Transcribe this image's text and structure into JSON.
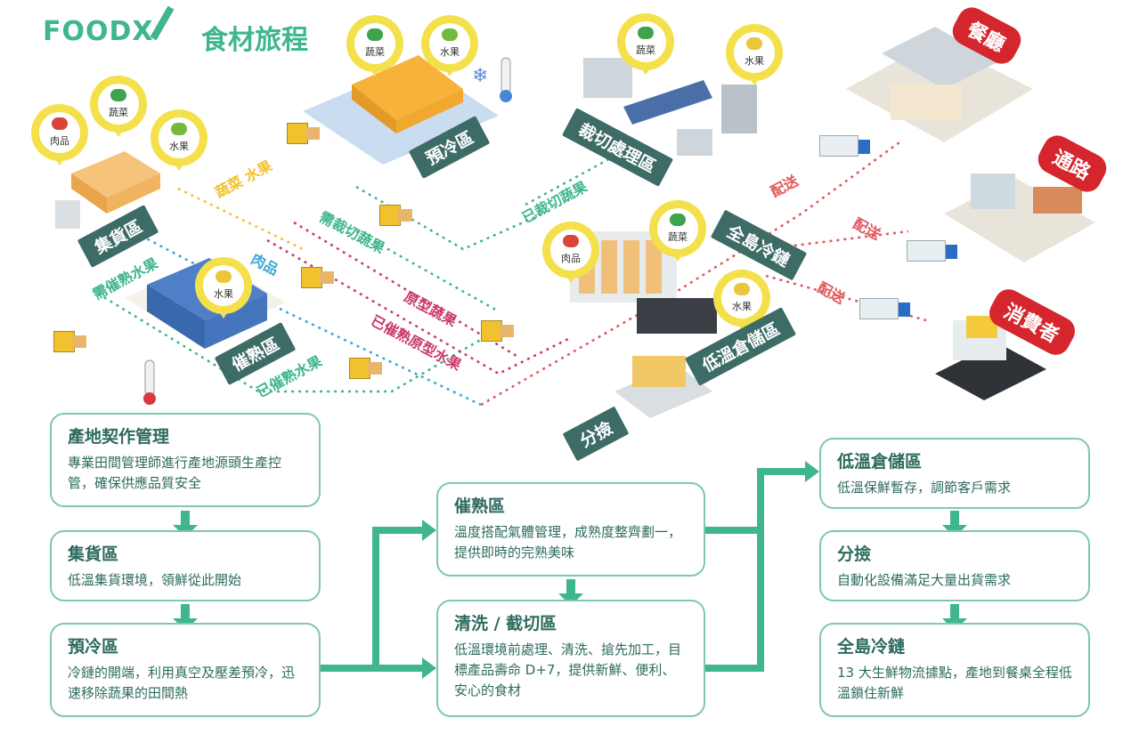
{
  "logo": {
    "brand": "FOODX",
    "title": "食材旅程"
  },
  "zones": {
    "collect": "集貨區",
    "precool": "預冷區",
    "cutting": "裁切處理區",
    "ripening": "催熟區",
    "coldchain": "全島冷鏈",
    "coldstorage": "低溫倉儲區",
    "sorting": "分撿"
  },
  "destinations": {
    "restaurant": "餐廳",
    "retail": "通路",
    "consumer": "消費者"
  },
  "routes": {
    "veg_fruit": "蔬菜 水果",
    "need_ripen": "需催熟水果",
    "meat": "肉品",
    "need_cut": "需裁切蔬果",
    "cut_done": "已裁切蔬果",
    "raw_veg": "原型蔬果",
    "ripened_raw_fruit": "已催熟原型水果",
    "ripened_fruit": "已催熟水果",
    "delivery": "配送"
  },
  "pins": {
    "meat": "肉品",
    "veg": "蔬菜",
    "fruit": "水果"
  },
  "flow": {
    "origin": {
      "title": "產地契作管理",
      "desc": "專業田間管理師進行產地源頭生產控管，確保供應品質安全"
    },
    "collect": {
      "title": "集貨區",
      "desc": "低溫集貨環境，領鮮從此開始"
    },
    "precool": {
      "title": "預冷區",
      "desc": "冷鏈的開端，利用真空及壓差預冷，迅速移除蔬果的田間熱"
    },
    "ripening": {
      "title": "催熟區",
      "desc": "溫度搭配氣體管理，成熟度整齊劃一，提供即時的完熟美味"
    },
    "wash_cut": {
      "title": "清洗 / 截切區",
      "desc": "低溫環境前處理、清洗、搶先加工，目標產品壽命 D+7，提供新鮮、便利、安心的食材"
    },
    "cold_storage": {
      "title": "低溫倉儲區",
      "desc": "低溫保鮮暫存，調節客戶需求"
    },
    "sorting": {
      "title": "分撿",
      "desc": "自動化設備滿足大量出貨需求"
    },
    "coldchain": {
      "title": "全島冷鏈",
      "desc": "13 大生鮮物流據點，產地到餐桌全程低溫鎖住新鮮"
    }
  },
  "colors": {
    "green": "#3fb68b",
    "dark_label": "#3d6b66",
    "red": "#d5262e",
    "yellow": "#f3e04a"
  }
}
